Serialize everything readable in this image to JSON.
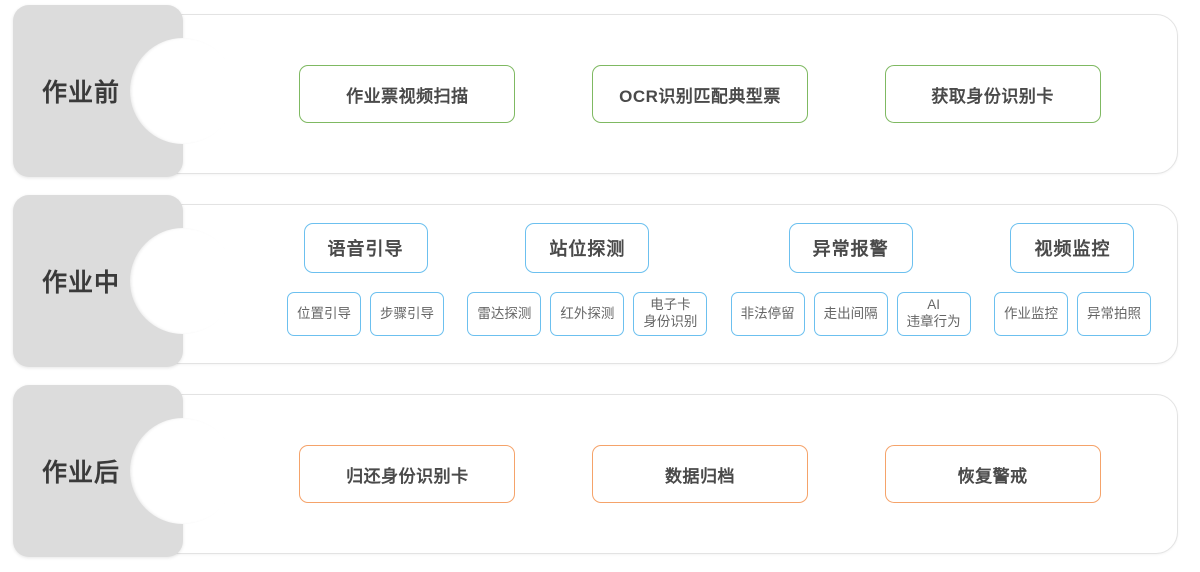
{
  "colors": {
    "green_border": "#7fb962",
    "blue_border": "#6cc0ef",
    "orange_border": "#f5a36a",
    "label_bg": "#dcdcdc",
    "label_text": "#3a3a3a",
    "panel_border": "#e3e3e3"
  },
  "rows": [
    {
      "label": "作业前",
      "style": "green",
      "items": [
        {
          "label": "作业票视频扫描"
        },
        {
          "label": "OCR识别匹配典型票"
        },
        {
          "label": "获取身份识别卡"
        }
      ]
    },
    {
      "label": "作业中",
      "style": "blue",
      "groups": [
        {
          "label": "语音引导",
          "subs": [
            {
              "lines": [
                "位置引导"
              ]
            },
            {
              "lines": [
                "步骤引导"
              ]
            }
          ]
        },
        {
          "label": "站位探测",
          "subs": [
            {
              "lines": [
                "雷达探测"
              ]
            },
            {
              "lines": [
                "红外探测"
              ]
            },
            {
              "lines": [
                "电子卡",
                "身份识别"
              ]
            }
          ]
        },
        {
          "label": "异常报警",
          "subs": [
            {
              "lines": [
                "非法停留"
              ]
            },
            {
              "lines": [
                "走出间隔"
              ]
            },
            {
              "lines": [
                "AI",
                "违章行为"
              ]
            }
          ]
        },
        {
          "label": "视频监控",
          "subs": [
            {
              "lines": [
                "作业监控"
              ]
            },
            {
              "lines": [
                "异常拍照"
              ]
            }
          ]
        }
      ]
    },
    {
      "label": "作业后",
      "style": "orange",
      "items": [
        {
          "label": "归还身份识别卡"
        },
        {
          "label": "数据归档"
        },
        {
          "label": "恢复警戒"
        }
      ]
    }
  ]
}
